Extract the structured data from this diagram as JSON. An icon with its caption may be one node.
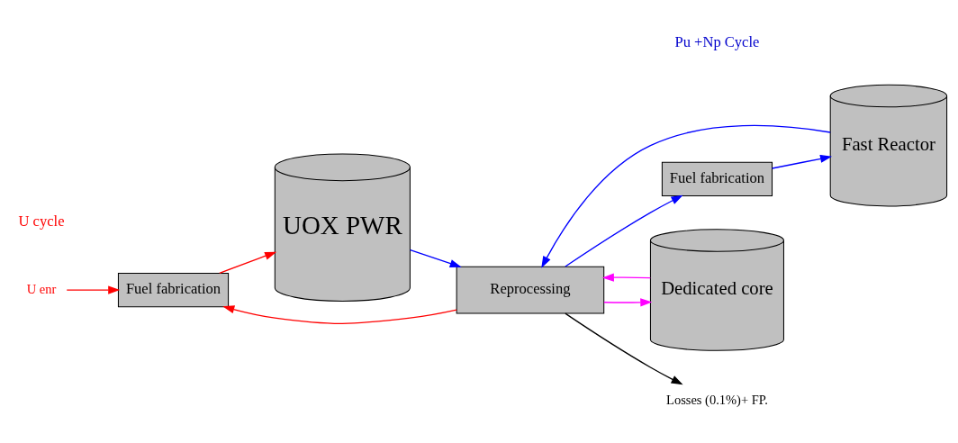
{
  "diagram": {
    "nodes": [
      {
        "text": [
          "U enr"
        ]
      },
      {
        "text": [
          "Fuel fabrication"
        ]
      },
      {
        "text": [
          "UOX PWR"
        ]
      },
      {
        "text": [
          "Fuel fabrication"
        ]
      },
      {
        "text": [
          "Fast Reactor"
        ]
      },
      {
        "text": [
          "Reprocessing"
        ]
      },
      {
        "text": [
          "Dedicated core"
        ]
      },
      {
        "text": [
          "Losses (0.1%)+ FP."
        ]
      }
    ],
    "edges": [
      {
        "from": 0,
        "to": 1,
        "arrow": "to",
        "color": "#ff0000"
      },
      {
        "from": 1,
        "to": 2,
        "arrow": "to",
        "color": "#ff0000"
      },
      {
        "from": 2,
        "to": 5,
        "arrow": "to"
      },
      {
        "from": 5,
        "to": 3,
        "arrow": "to"
      },
      {
        "from": 3,
        "to": 4,
        "arrow": "to"
      },
      {
        "from": 4,
        "to": 5,
        "arrow": "to"
      },
      {
        "from": 5,
        "to": 6,
        "arrow": "to",
        "color": "#ff00ff"
      },
      {
        "from": 6,
        "to": 5,
        "arrow": "to",
        "color": "#ff00ff"
      },
      {
        "from": 5,
        "to": 1,
        "arrow": "to",
        "color": "#ff0000"
      },
      {
        "from": 5,
        "to": 7,
        "arrow": "to",
        "color": "#000000"
      }
    ],
    "labels": [
      "U cycle",
      "Pu +Np Cycle"
    ]
  }
}
